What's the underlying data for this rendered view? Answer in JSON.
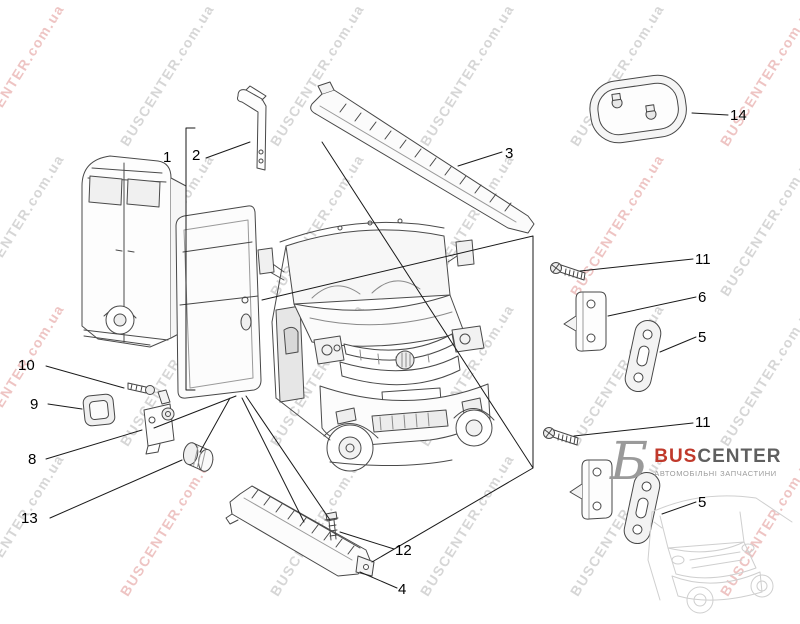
{
  "watermark": {
    "text": "BUSCENTER.com.ua",
    "color_gray": "rgba(120,120,120,0.30)",
    "color_red": "rgba(200,60,55,0.30)"
  },
  "callouts": [
    {
      "label": "1"
    },
    {
      "label": "2"
    },
    {
      "label": "3"
    },
    {
      "label": "14"
    },
    {
      "label": "11"
    },
    {
      "label": "6"
    },
    {
      "label": "5"
    },
    {
      "label": "11"
    },
    {
      "label": "5"
    },
    {
      "label": "10"
    },
    {
      "label": "9"
    },
    {
      "label": "8"
    },
    {
      "label": "13"
    },
    {
      "label": "12"
    },
    {
      "label": "4"
    }
  ],
  "logo": {
    "glyph": "Б",
    "brand_red": "BUS",
    "brand_dark": "CENTER",
    "subtitle": "АВТОМОБІЛЬНІ ЗАПЧАСТИНИ",
    "color_red": "#c0392b",
    "color_dark": "#5f5f5f",
    "color_glyph": "#9a9a9a"
  }
}
